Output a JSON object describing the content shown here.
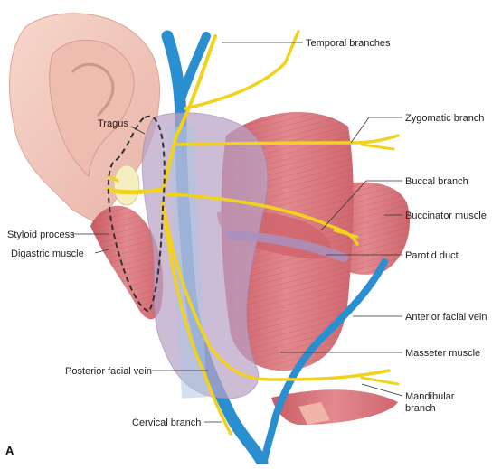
{
  "figure": {
    "panel_letter": "A",
    "labels": {
      "temporal_branches": "Temporal branches",
      "zygomatic_branch": "Zygomatic branch",
      "tragus": "Tragus",
      "buccal_branch": "Buccal branch",
      "buccinator_muscle": "Buccinator muscle",
      "styloid_process": "Styloid process",
      "parotid_duct": "Parotid duct",
      "digastric_muscle": "Digastric muscle",
      "anterior_facial_vein": "Anterior facial vein",
      "masseter_muscle": "Masseter muscle",
      "posterior_facial_vein": "Posterior facial vein",
      "mandibular_branch_line1": "Mandibular",
      "mandibular_branch_line2": "branch",
      "cervical_branch": "Cervical branch"
    },
    "colors": {
      "skin": "#f3cbbf",
      "muscle": "#d9737a",
      "parotid_gland": "#b9a3c7",
      "vein": "#2a8fd0",
      "nerve": "#f1d21e",
      "styloid": "#f4eec0"
    }
  }
}
